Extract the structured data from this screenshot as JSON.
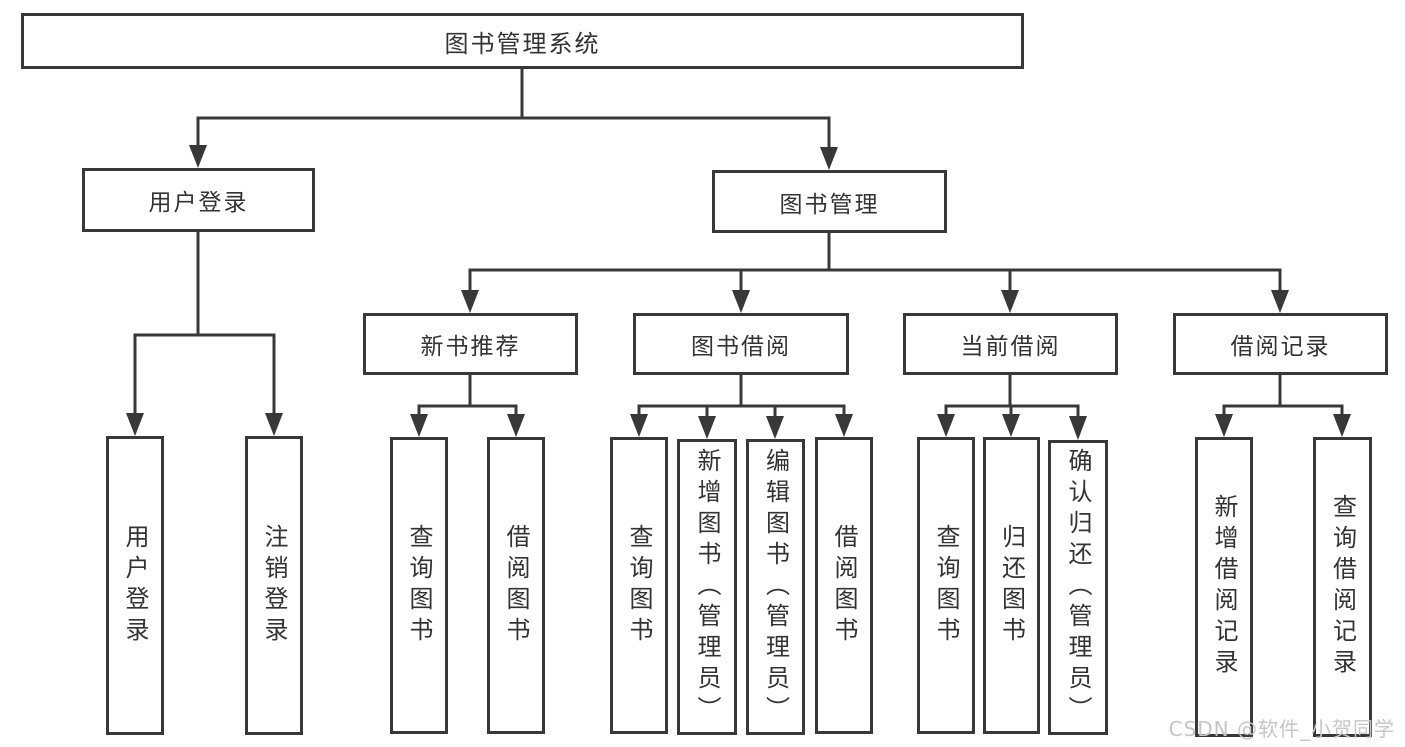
{
  "diagram": {
    "root": "图书管理系统",
    "l2_left": "用户登录",
    "l2_right": "图书管理",
    "l3": [
      "新书推荐",
      "图书借阅",
      "当前借阅",
      "借阅记录"
    ],
    "leaf_login": [
      "用户登录",
      "注销登录"
    ],
    "leaf_newbook": [
      "查询图书",
      "借阅图书"
    ],
    "leaf_borrow": [
      "查询图书",
      "新增图书（管理员）",
      "编辑图书（管理员）",
      "借阅图书"
    ],
    "leaf_current": [
      "查询图书",
      "归还图书",
      "确认归还（管理员）"
    ],
    "leaf_record": [
      "新增借阅记录",
      "查询借阅记录"
    ]
  },
  "watermark": "CSDN @软件_小贺同学",
  "colors": {
    "line": "#383838",
    "text": "#333333",
    "box_bg": "#ffffff",
    "watermark": "#c6c6c6"
  }
}
